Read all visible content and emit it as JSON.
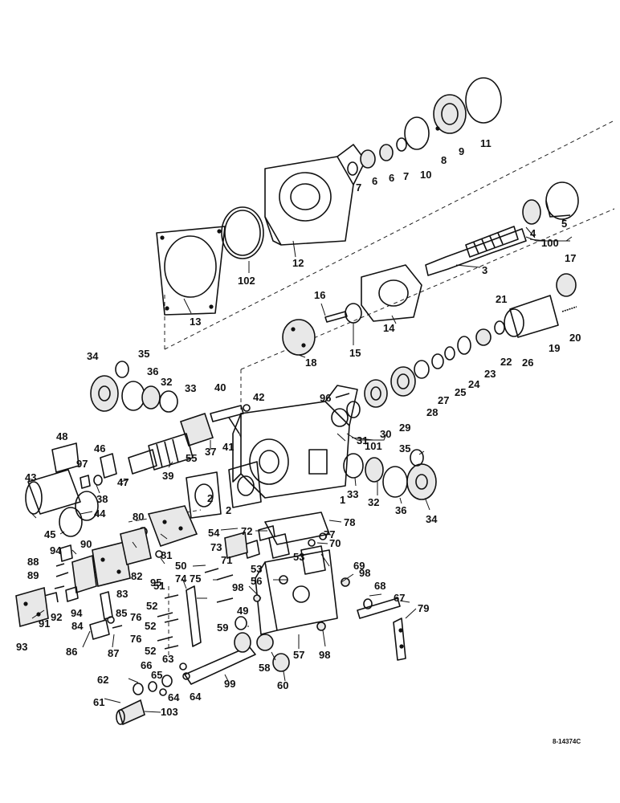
{
  "reference_code": "8-14374C",
  "callouts": [
    "1",
    "2",
    "3",
    "4",
    "5",
    "6",
    "7",
    "8",
    "9",
    "10",
    "11",
    "12",
    "13",
    "14",
    "15",
    "16",
    "17",
    "18",
    "19",
    "20",
    "21",
    "22",
    "23",
    "24",
    "25",
    "26",
    "27",
    "28",
    "29",
    "30",
    "31",
    "32",
    "33",
    "34",
    "35",
    "36",
    "37",
    "38",
    "39",
    "40",
    "41",
    "42",
    "43",
    "44",
    "45",
    "46",
    "47",
    "48",
    "49",
    "50",
    "51",
    "52",
    "53",
    "54",
    "55",
    "56",
    "57",
    "58",
    "59",
    "60",
    "61",
    "62",
    "63",
    "64",
    "65",
    "66",
    "67",
    "68",
    "69",
    "70",
    "71",
    "72",
    "73",
    "74",
    "75",
    "76",
    "77",
    "78",
    "79",
    "80",
    "81",
    "82",
    "83",
    "84",
    "85",
    "86",
    "87",
    "88",
    "89",
    "90",
    "91",
    "92",
    "93",
    "94",
    "95",
    "96",
    "97",
    "98",
    "99",
    "100",
    "101",
    "102",
    "103"
  ]
}
